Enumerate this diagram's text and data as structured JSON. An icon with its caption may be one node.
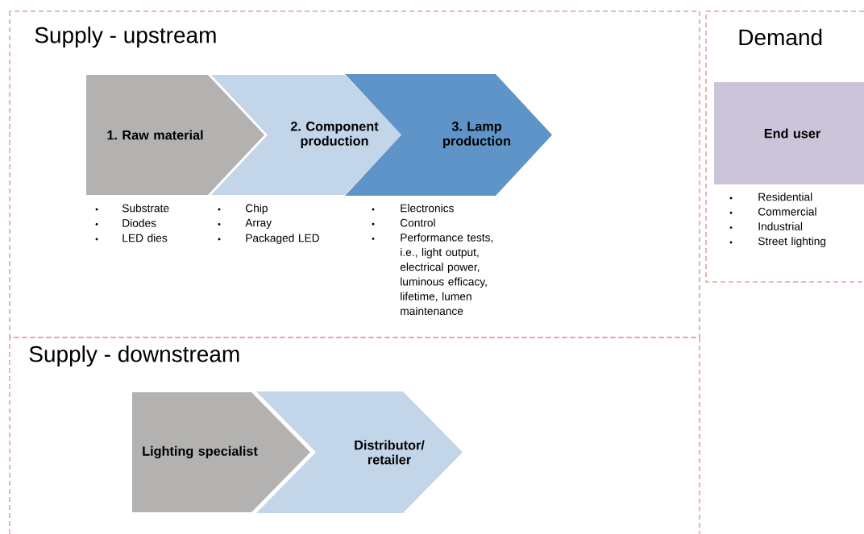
{
  "diagram": {
    "nodes": [
      {
        "text": [
          "Supply - upstream"
        ]
      },
      {
        "text": [
          "1. Raw material"
        ],
        "in": 0,
        "beside": [
          "Substrate",
          "Diodes",
          "LED dies"
        ]
      },
      {
        "text": [
          "2. Component production"
        ],
        "in": 0,
        "beside": [
          "Chip",
          "Array",
          "Packaged LED"
        ]
      },
      {
        "text": [
          "3. Lamp production"
        ],
        "in": 0,
        "beside": [
          "Electronics",
          "Control",
          "Performance tests, i.e., light output, electrical power, luminous efficacy, lifetime, lumen maintenance"
        ]
      },
      {
        "text": [
          "Demand"
        ]
      },
      {
        "text": [
          "End user"
        ],
        "in": 4,
        "beside": [
          "Residential",
          "Commercial",
          "Industrial",
          "Street lighting"
        ]
      },
      {
        "text": [
          "Supply - downstream"
        ]
      },
      {
        "text": [
          "Lighting specialist"
        ],
        "in": 6
      },
      {
        "text": [
          "Distributor/ retailer"
        ],
        "in": 6
      }
    ]
  }
}
